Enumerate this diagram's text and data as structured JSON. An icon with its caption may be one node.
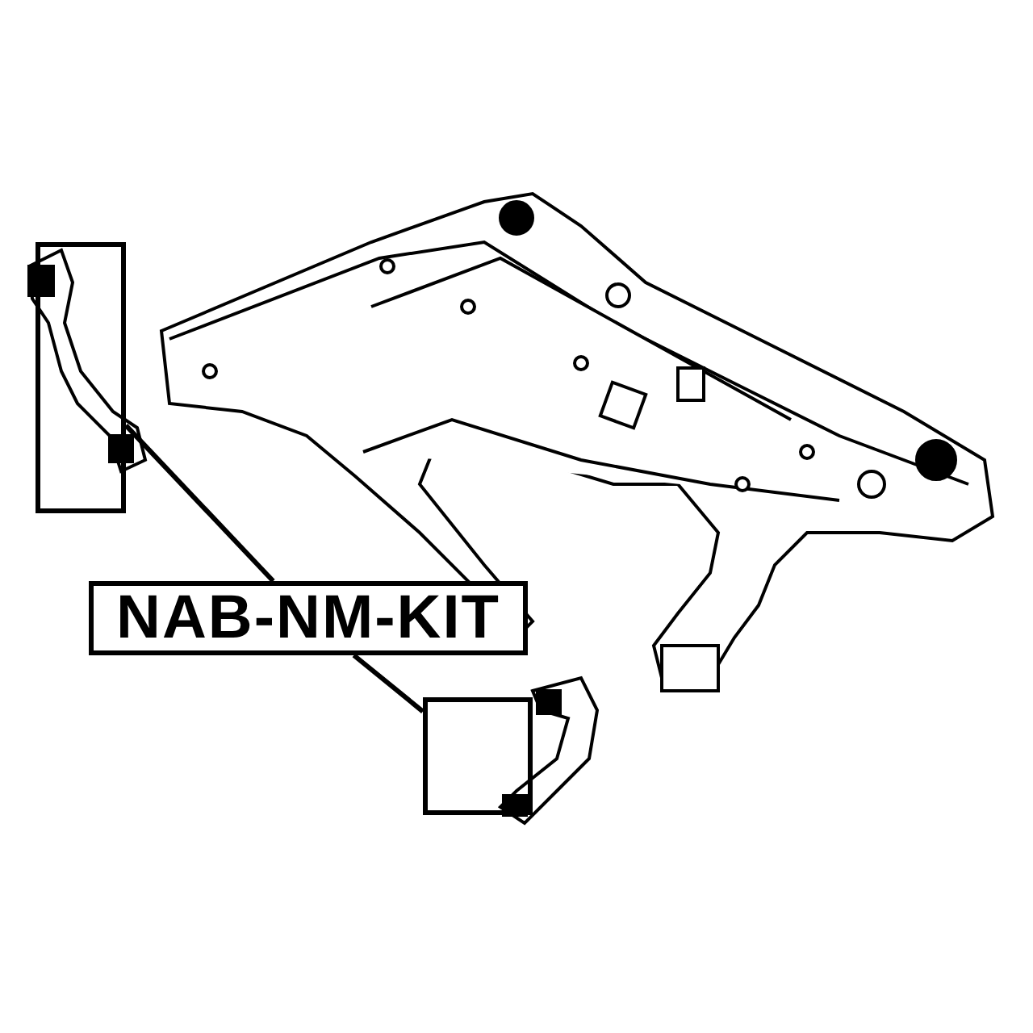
{
  "diagram": {
    "nodes": [
      {
        "text": [
          "NAB-NM-KIT"
        ]
      },
      {
        "text": [],
        "shape": "box"
      },
      {
        "text": [],
        "shape": "box"
      }
    ],
    "edges": [
      {
        "from": 0,
        "to": 1,
        "arrow": "none"
      },
      {
        "from": 0,
        "to": 2,
        "arrow": "none"
      }
    ]
  }
}
